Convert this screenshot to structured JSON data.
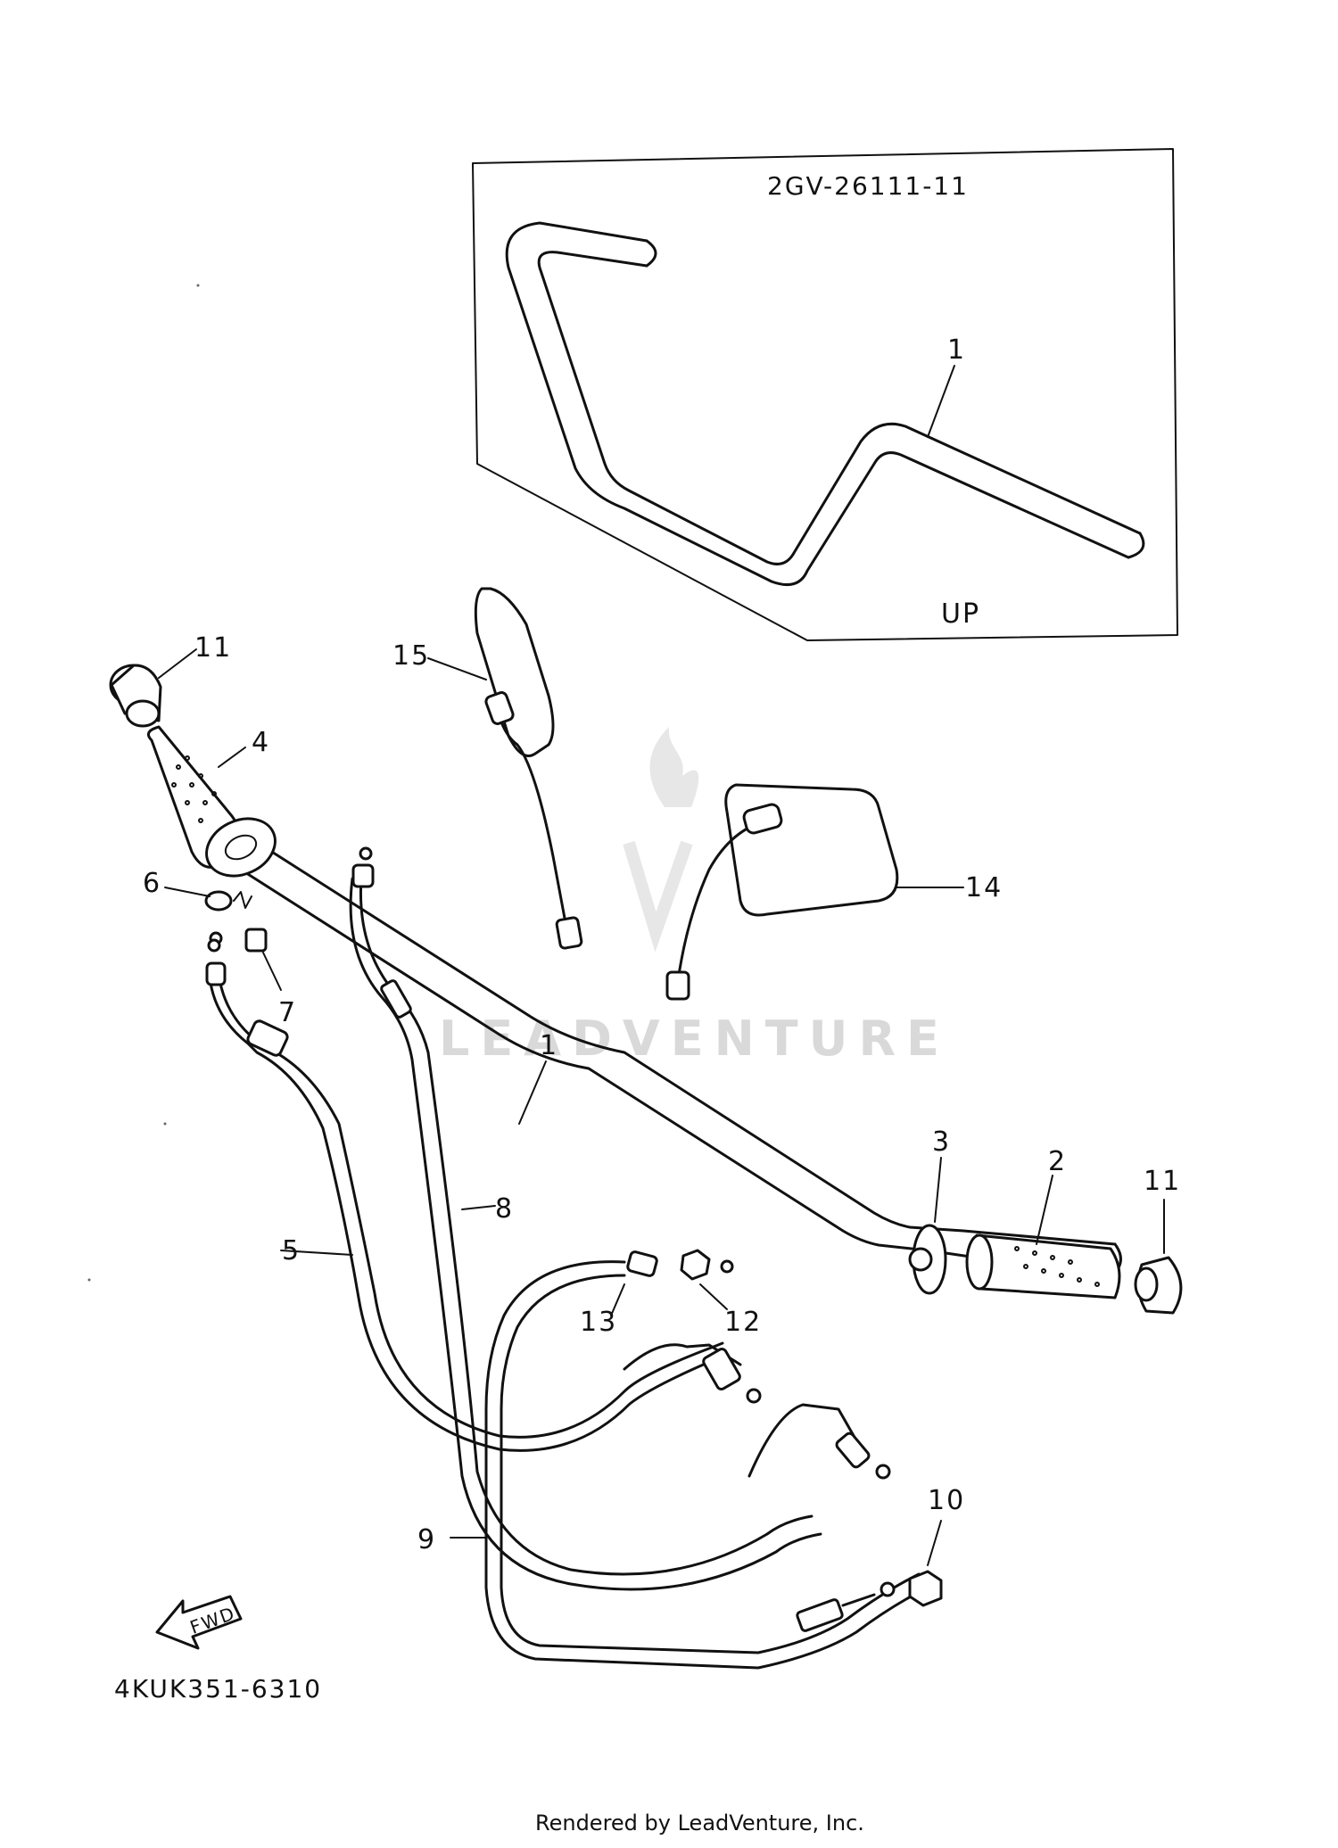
{
  "diagram": {
    "part_code_top": "2GV-26111-11",
    "part_code_bottom": "4KUK351-6310",
    "inset_label_up": "UP",
    "direction_arrow_label": "FWD",
    "watermark": "LEADVENTURE",
    "footer": "Rendered by LeadVenture, Inc."
  },
  "callouts": {
    "c1_inset": "1",
    "c1_main": "1",
    "c2": "2",
    "c3": "3",
    "c4": "4",
    "c5": "5",
    "c6": "6",
    "c7": "7",
    "c8": "8",
    "c9": "9",
    "c10": "10",
    "c11_left": "11",
    "c11_right": "11",
    "c12": "12",
    "c13": "13",
    "c14": "14",
    "c15": "15"
  }
}
